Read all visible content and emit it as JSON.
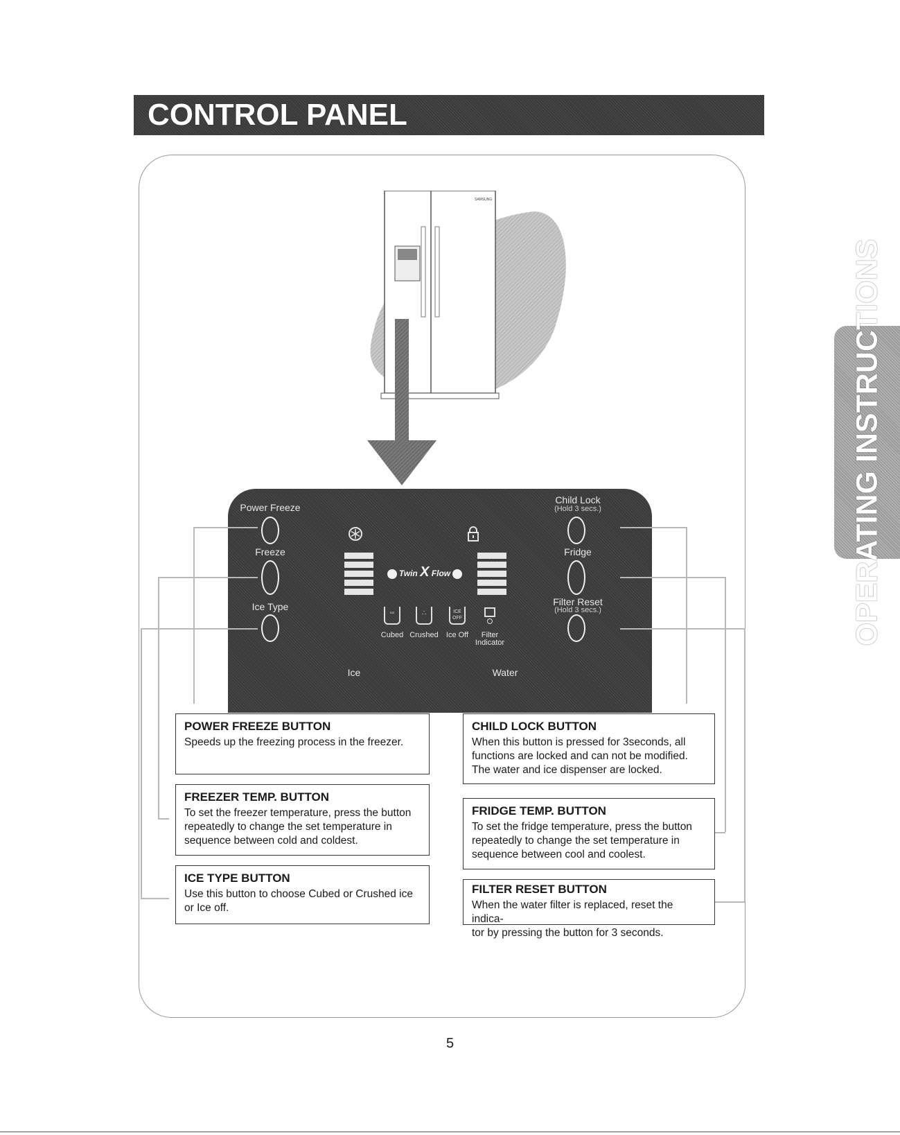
{
  "header": {
    "title": "CONTROL PANEL"
  },
  "side_tab": {
    "label": "OPERATING INSTRUCTIONS"
  },
  "fridge": {
    "brand": "SAMSUNG"
  },
  "panel": {
    "left_buttons": [
      "Power Freeze",
      "Freeze",
      "Ice Type"
    ],
    "right_buttons": [
      {
        "label": "Child Lock",
        "note": "(Hold 3 secs.)"
      },
      {
        "label": "Fridge",
        "note": ""
      },
      {
        "label": "Filter Reset",
        "note": "(Hold 3 secs.)"
      }
    ],
    "logo_left": "Twin",
    "logo_right": "Flow",
    "ice_options": [
      "Cubed",
      "Crushed",
      "Ice Off"
    ],
    "ice_off_icon_text": "ICE OFF",
    "filter_indicator": [
      "Filter",
      "Indicator"
    ],
    "section_ice": "Ice",
    "section_water": "Water",
    "icons": {
      "freeze": "snowflake-icon",
      "lock": "lock-icon"
    }
  },
  "descriptions": {
    "power_freeze": {
      "title": "POWER FREEZE BUTTON",
      "lines": [
        "Speeds up the freezing process in the freezer."
      ]
    },
    "freezer_temp": {
      "title": "FREEZER TEMP. BUTTON",
      "lines": [
        "To set the freezer temperature, press the button",
        "repeatedly to change the set temperature in",
        "sequence between cold and coldest."
      ]
    },
    "ice_type": {
      "title": "ICE TYPE BUTTON",
      "lines": [
        "Use this button to choose Cubed or Crushed ice",
        "or Ice off."
      ]
    },
    "child_lock": {
      "title": "CHILD LOCK BUTTON",
      "lines": [
        "When this button is pressed for 3seconds, all",
        "functions are locked and can not be modified.",
        "The water and ice dispenser are locked."
      ]
    },
    "fridge_temp": {
      "title": "FRIDGE TEMP. BUTTON",
      "lines": [
        "To set the fridge temperature, press the button",
        "repeatedly to change the set temperature in",
        "sequence between cool and coolest."
      ]
    },
    "filter_reset": {
      "title": "FILTER RESET BUTTON",
      "lines": [
        "When the water filter is replaced, reset the indica-",
        "tor by pressing the button for 3 seconds."
      ]
    }
  },
  "footer": {
    "page_number": "5"
  }
}
